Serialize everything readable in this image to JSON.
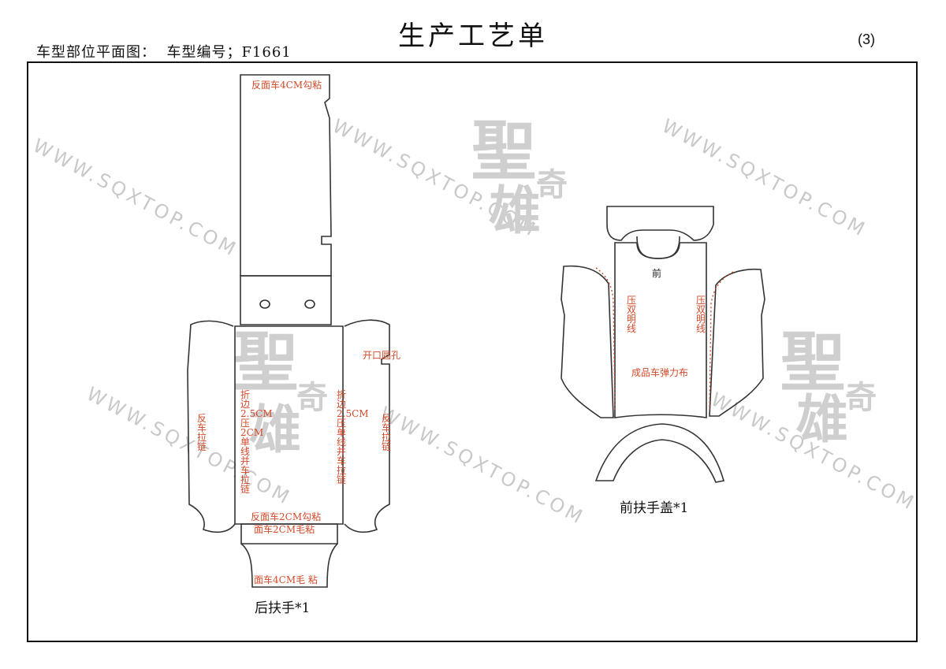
{
  "header": {
    "title": "生产工艺单",
    "left_text": "车型部位平面图：  车型编号；F1661",
    "page_number": "(3)"
  },
  "watermark": {
    "url": "WWW.SQXTOP.COM",
    "logo_top": "聖",
    "logo_small": "奇",
    "logo_bottom": "雄"
  },
  "rear_armrest": {
    "caption": "后扶手*1",
    "top_note": "反面车4CM勾粘",
    "left_flap_note": "反车拉链",
    "right_flap_note": "反车拉链",
    "slot_note": "开口圆孔",
    "left_center_note": "折边2.5CM压2CM单线并车拉链",
    "right_center_note": "折边2.5CM压单线并车拉链",
    "bottom_note_1": "反面车2CM勾粘",
    "bottom_note_2": "面车2CM毛粘",
    "bottom_note_3": "面车4CM毛  粘"
  },
  "front_armrest": {
    "caption": "前扶手盖*1",
    "front_label": "前",
    "left_stitch_note": "压双明线",
    "right_stitch_note": "压双明线",
    "material_note": "成品车弹力布"
  }
}
